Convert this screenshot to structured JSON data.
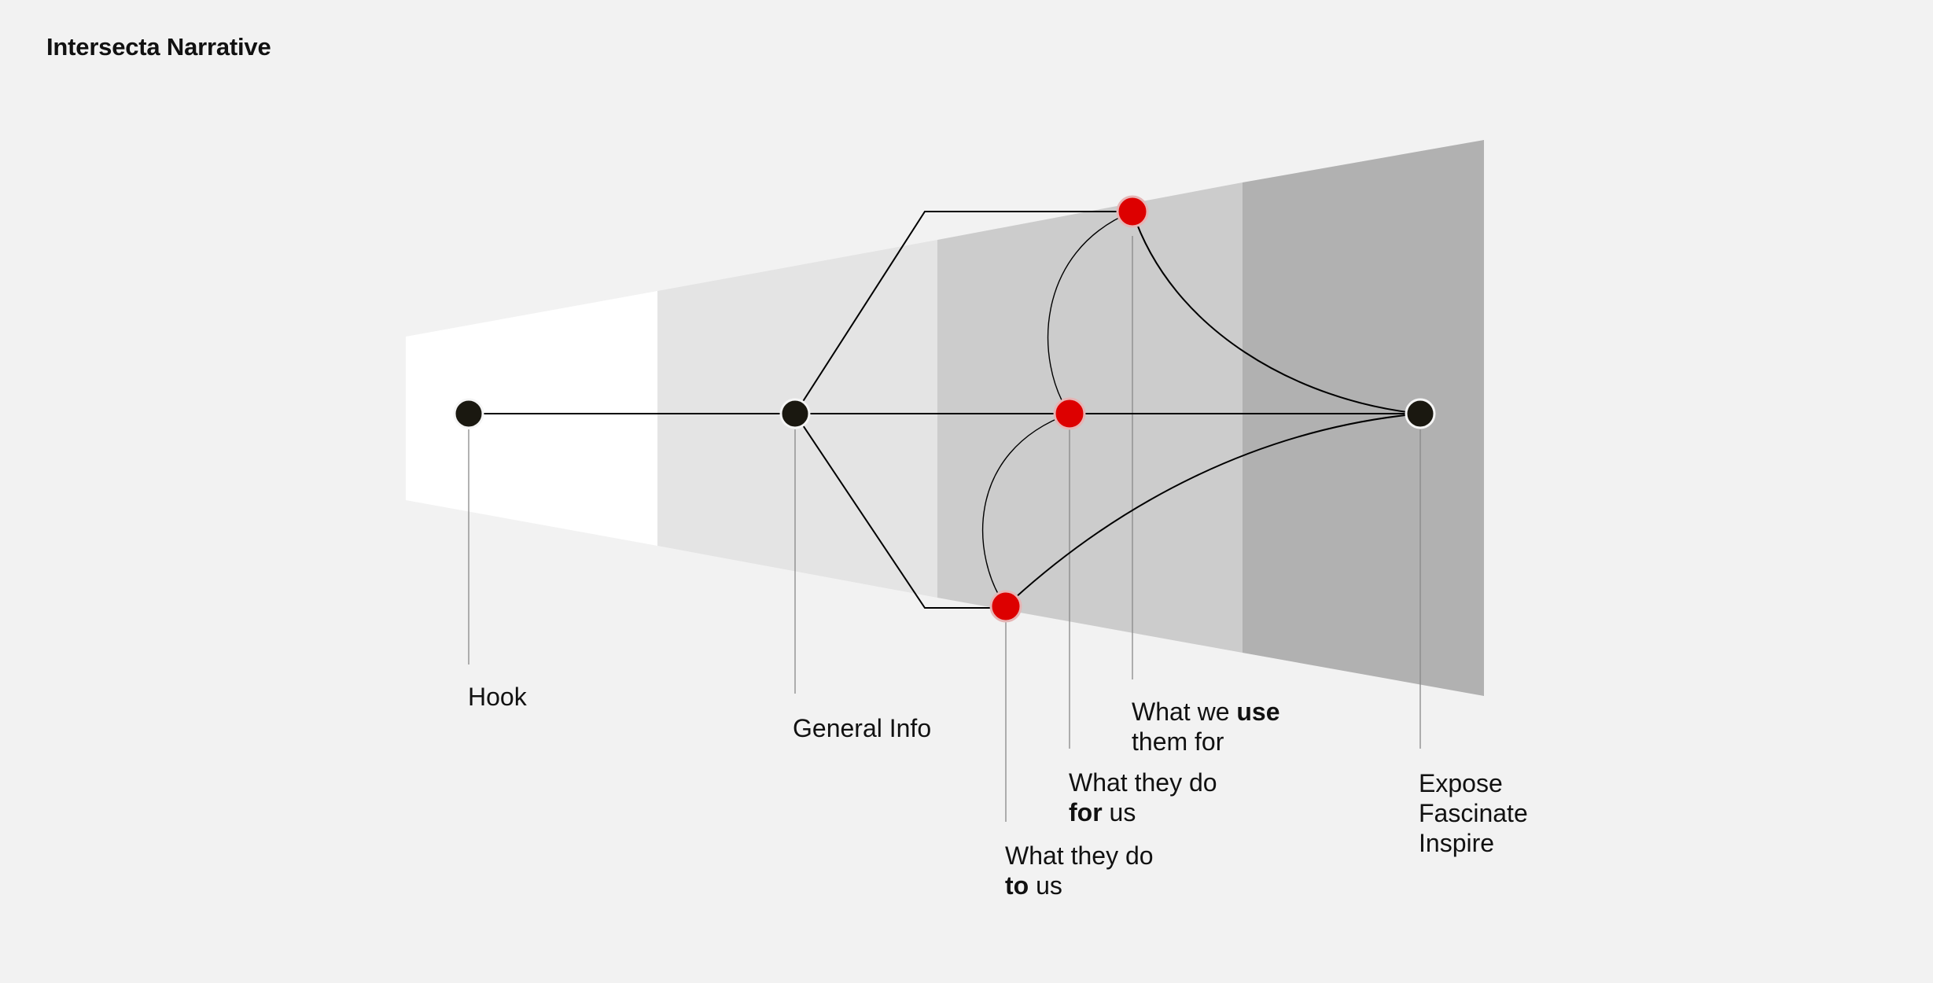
{
  "title": "Intersecta Narrative",
  "colors": {
    "background": "#f2f2f2",
    "band_1": "#ffffff",
    "band_2": "#e4e4e4",
    "band_3": "#cccccc",
    "band_4": "#b1b1b1",
    "node_dark": "#1a1810",
    "node_red": "#dd0000",
    "edge": "#000000",
    "leader": "#888888"
  },
  "nodes": [
    {
      "id": "hook",
      "color": "dark"
    },
    {
      "id": "general-info",
      "color": "dark"
    },
    {
      "id": "for-us",
      "color": "red"
    },
    {
      "id": "use-them",
      "color": "red"
    },
    {
      "id": "to-us",
      "color": "red"
    },
    {
      "id": "expose",
      "color": "dark"
    }
  ],
  "labels": {
    "hook": "Hook",
    "general_info": "General Info",
    "use_them": {
      "pre": "What we ",
      "bold": "use",
      "post": "",
      "line2": "them for"
    },
    "for_us": {
      "line1": "What they do",
      "bold": "for",
      "post": " us"
    },
    "to_us": {
      "line1": "What they do",
      "bold": "to",
      "post": " us"
    },
    "expose": {
      "line1": "Expose",
      "line2": "Fascinate",
      "line3": "Inspire"
    }
  }
}
